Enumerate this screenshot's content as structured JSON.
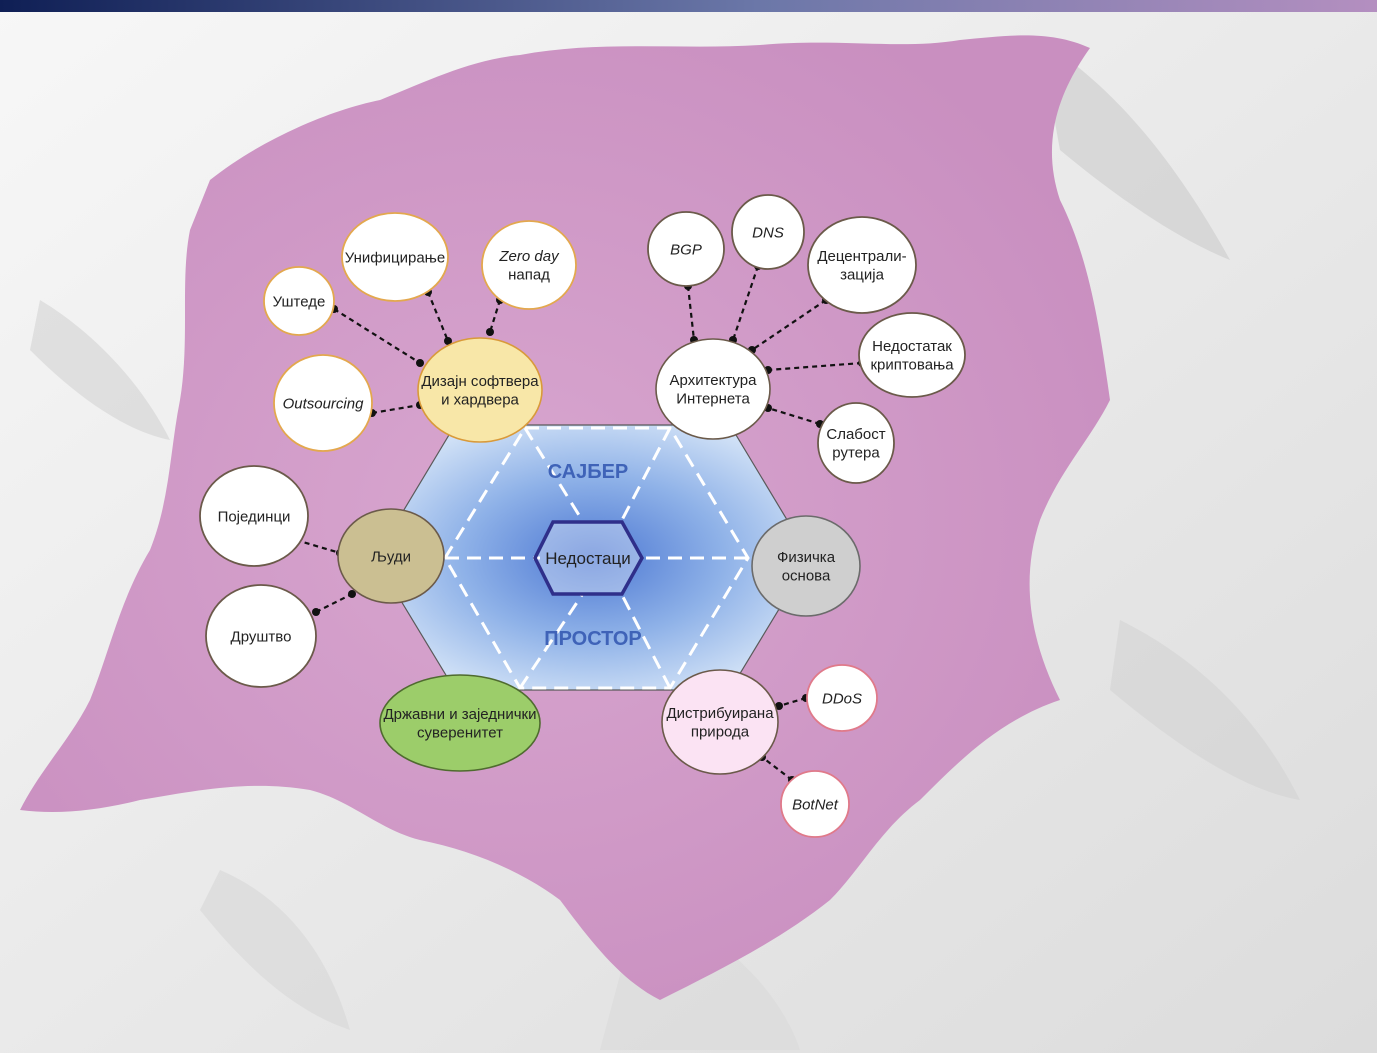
{
  "colors": {
    "paper_hole": "#d09bc8",
    "paper": "#f2f2f2",
    "hex_fill_inner": "#5a86d8",
    "hex_fill_outer": "#c8dcf5",
    "inner_hex_stroke": "#2f2f8a"
  },
  "center": {
    "top_word": "САЈБЕР",
    "bottom_word": "ПРОСТОР",
    "core_label": "Недостаци"
  },
  "hubs": {
    "software": {
      "lines": [
        "Дизајн софтвера",
        "и хардвера"
      ],
      "fill": "#f8e7a8",
      "stroke": "#d99a3a"
    },
    "internet": {
      "lines": [
        "Архитектура",
        "Интернета"
      ],
      "fill": "#ffffff",
      "stroke": "#6b5a4a"
    },
    "people": {
      "lines": [
        "Људи"
      ],
      "fill": "#cbbf92",
      "stroke": "#6b5a4a"
    },
    "physical": {
      "lines": [
        "Физичка",
        "основа"
      ],
      "fill": "#cfcfcf",
      "stroke": "#6b6b6b"
    },
    "sovereignty": {
      "lines": [
        "Државни и заједнички",
        "суверенитет"
      ],
      "fill": "#9ccd6a",
      "stroke": "#4f6b2f"
    },
    "distributed": {
      "lines": [
        "Дистрибуирана",
        "природа"
      ],
      "fill": "#fbe3f3",
      "stroke": "#6b5a4a"
    }
  },
  "leaves": {
    "savings": {
      "lines": [
        "Уштеде"
      ],
      "italic": false,
      "stroke": "#e3a84e"
    },
    "unification": {
      "lines": [
        "Унифицирање"
      ],
      "italic": false,
      "stroke": "#e3a84e"
    },
    "zero_day": {
      "lines": [
        "Zero day",
        "напад"
      ],
      "italic": [
        true,
        false
      ],
      "stroke": "#e3a84e"
    },
    "outsourcing": {
      "lines": [
        "Outsourcing"
      ],
      "italic": true,
      "stroke": "#e3a84e"
    },
    "bgp": {
      "lines": [
        "BGP"
      ],
      "italic": true,
      "stroke": "#6b5a4a"
    },
    "dns": {
      "lines": [
        "DNS"
      ],
      "italic": true,
      "stroke": "#6b5a4a"
    },
    "decentralization": {
      "lines": [
        "Децентрали-",
        "зација"
      ],
      "italic": false,
      "stroke": "#6b5a4a"
    },
    "no_encryption": {
      "lines": [
        "Недостатак",
        "криптовања"
      ],
      "italic": false,
      "stroke": "#6b5a4a"
    },
    "router_weakness": {
      "lines": [
        "Слабост",
        "рутера"
      ],
      "italic": false,
      "stroke": "#6b5a4a"
    },
    "individuals": {
      "lines": [
        "Појединци"
      ],
      "italic": false,
      "stroke": "#6b5a4a"
    },
    "society": {
      "lines": [
        "Друштво"
      ],
      "italic": false,
      "stroke": "#6b5a4a"
    },
    "ddos": {
      "lines": [
        "DDoS"
      ],
      "italic": true,
      "stroke": "#e07a8a"
    },
    "botnet": {
      "lines": [
        "BotNet"
      ],
      "italic": true,
      "stroke": "#e07a8a"
    }
  }
}
